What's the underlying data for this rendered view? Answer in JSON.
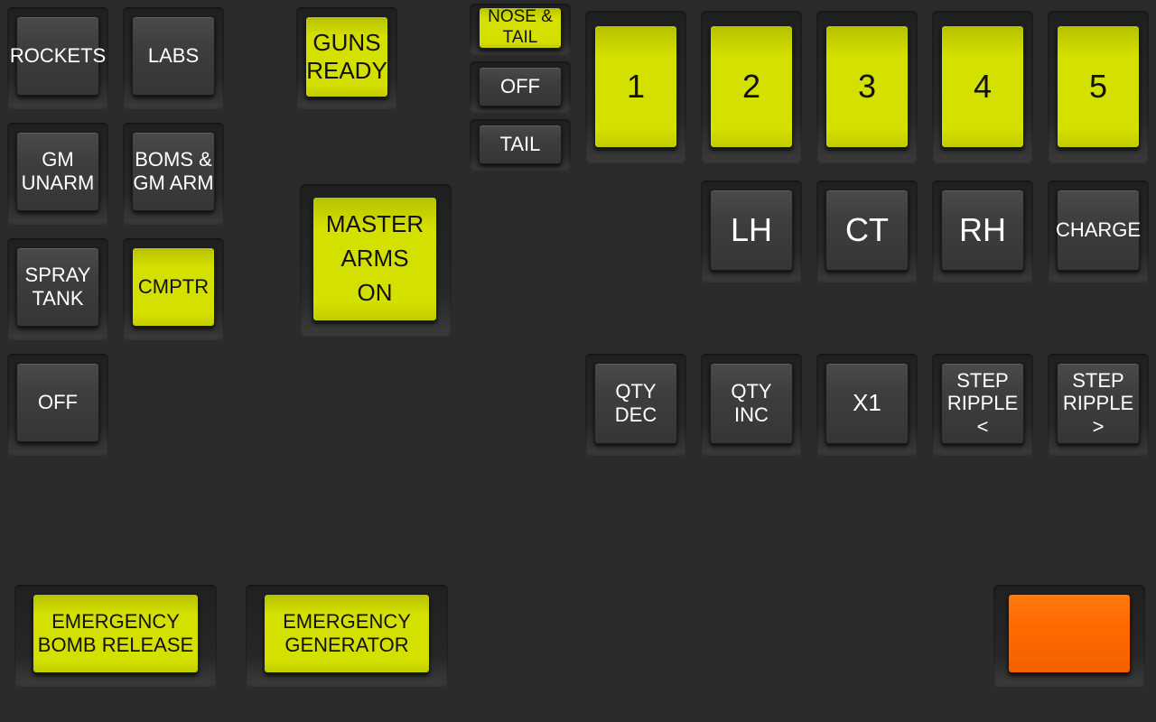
{
  "left_panel": {
    "rockets": "ROCKETS",
    "labs": "LABS",
    "gm_unarm": "GM\nUNARM",
    "boms_gm_arm": "BOMS &\nGM ARM",
    "spray_tank": "SPRAY\nTANK",
    "cmptr": "CMPTR",
    "off": "OFF"
  },
  "guns_ready": "GUNS\nREADY",
  "master_arms": "MASTER\nARMS\nON",
  "fuze": {
    "nose_tail": "NOSE &\nTAIL",
    "off": "OFF",
    "tail": "TAIL"
  },
  "stations": [
    "1",
    "2",
    "3",
    "4",
    "5"
  ],
  "tanks": {
    "lh": "LH",
    "ct": "CT",
    "rh": "RH",
    "charge": "CHARGE"
  },
  "release": {
    "qty_dec": "QTY\nDEC",
    "qty_inc": "QTY\nINC",
    "x1": "X1",
    "step_ripple_prev": "STEP\nRIPPLE\n<",
    "step_ripple_next": "STEP\nRIPPLE\n>"
  },
  "emergency": {
    "bomb_release": "EMERGENCY\nBOMB RELEASE",
    "generator": "EMERGENCY\nGENERATOR"
  },
  "colors": {
    "background": "#2b2b2b",
    "active_yellow": "#d4e000",
    "inactive_gray": "#3d3d3d",
    "warning_orange": "#ff6a00"
  }
}
